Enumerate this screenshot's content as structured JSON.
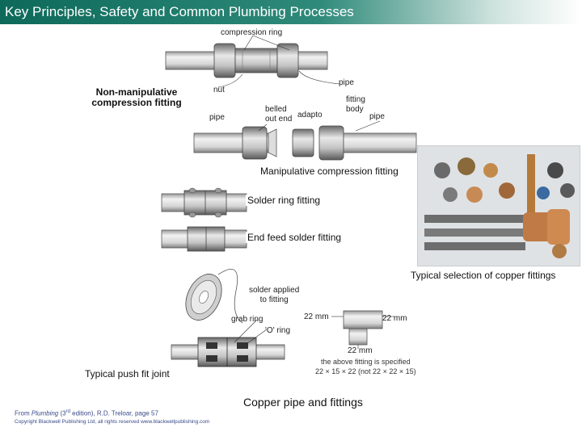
{
  "title": "Key Principles, Safety and Common Plumbing Processes",
  "labels": {
    "compression_ring": "compression ring",
    "non_manipulative": "Non-manipulative\ncompression fitting",
    "nut": "nut",
    "pipe_top": "pipe",
    "pipe_left": "pipe",
    "belled_out_end": "belled\nout end",
    "adaptor": "adapto",
    "fitting_body": "fitting\nbody",
    "pipe_right": "pipe",
    "manipulative": "Manipulative compression fitting",
    "solder_ring": "Solder ring fitting",
    "end_feed": "End feed solder fitting",
    "typical_selection": "Typical selection of copper fittings",
    "solder_applied": "solder applied\nto fitting",
    "grab_ring": "grab ring",
    "o_ring": "'O' ring",
    "mm22_left": "22 mm",
    "mm22_right": "22 mm",
    "mm22_bottom": "22 mm",
    "spec_note": "the above fitting is specified\n22 × 15 × 22 (not 22 × 22 × 15)",
    "push_fit": "Typical push fit joint",
    "copper_pipe": "Copper pipe and fittings"
  },
  "credit": {
    "prefix": "From ",
    "book": "Plumbing",
    "mid": " (3",
    "sup": "rd",
    "suffix": " edition), R.D. Treloar, page 57"
  },
  "copyright": "Copyright Blackwell Publishing Ltd, all rights reserved  www.blackwellpublishing.com",
  "colors": {
    "title_bar": "#0d6a5a",
    "title_text": "#ffffff",
    "credit": "#3a4a8a"
  }
}
